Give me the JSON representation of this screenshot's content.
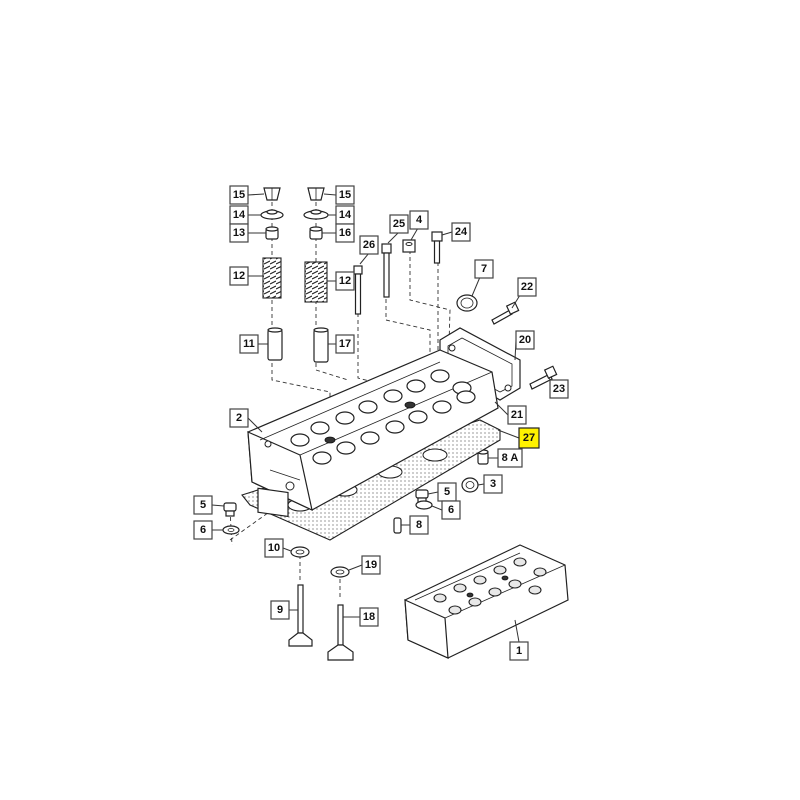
{
  "highlight_color": "#fff200",
  "callouts": [
    {
      "id": "c15a",
      "label": "15"
    },
    {
      "id": "c15b",
      "label": "15"
    },
    {
      "id": "c14a",
      "label": "14"
    },
    {
      "id": "c14b",
      "label": "14"
    },
    {
      "id": "c13",
      "label": "13"
    },
    {
      "id": "c16",
      "label": "16"
    },
    {
      "id": "c12a",
      "label": "12"
    },
    {
      "id": "c12b",
      "label": "12"
    },
    {
      "id": "c11",
      "label": "11"
    },
    {
      "id": "c17",
      "label": "17"
    },
    {
      "id": "c26",
      "label": "26"
    },
    {
      "id": "c25",
      "label": "25"
    },
    {
      "id": "c4",
      "label": "4"
    },
    {
      "id": "c24",
      "label": "24"
    },
    {
      "id": "c7",
      "label": "7"
    },
    {
      "id": "c22",
      "label": "22"
    },
    {
      "id": "c20",
      "label": "20"
    },
    {
      "id": "c23",
      "label": "23"
    },
    {
      "id": "c2",
      "label": "2"
    },
    {
      "id": "c21",
      "label": "21"
    },
    {
      "id": "c27",
      "label": "27",
      "highlighted": true
    },
    {
      "id": "c8a",
      "label": "8 A"
    },
    {
      "id": "c3",
      "label": "3"
    },
    {
      "id": "c5a",
      "label": "5"
    },
    {
      "id": "c5b",
      "label": "5"
    },
    {
      "id": "c6a",
      "label": "6"
    },
    {
      "id": "c6b",
      "label": "6"
    },
    {
      "id": "c8",
      "label": "8"
    },
    {
      "id": "c10",
      "label": "10"
    },
    {
      "id": "c19",
      "label": "19"
    },
    {
      "id": "c9",
      "label": "9"
    },
    {
      "id": "c18",
      "label": "18"
    },
    {
      "id": "c1",
      "label": "1"
    }
  ]
}
